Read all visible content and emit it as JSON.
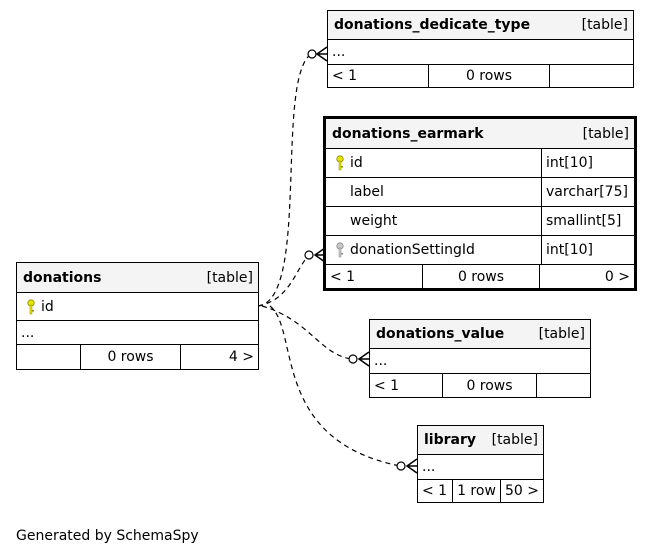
{
  "tables": {
    "dedicate_type": {
      "name": "donations_dedicate_type",
      "type": "[table]",
      "ellipsis": "...",
      "footer": [
        "< 1",
        "0 rows",
        ""
      ]
    },
    "earmark": {
      "name": "donations_earmark",
      "type": "[table]",
      "columns": [
        {
          "name": "id",
          "type": "int[10]",
          "key": "primary"
        },
        {
          "name": "label",
          "type": "varchar[75]",
          "key": "none"
        },
        {
          "name": "weight",
          "type": "smallint[5]",
          "key": "none"
        },
        {
          "name": "donationSettingId",
          "type": "int[10]",
          "key": "foreign"
        }
      ],
      "footer": [
        "< 1",
        "0 rows",
        "0 >"
      ]
    },
    "donations": {
      "name": "donations",
      "type": "[table]",
      "columns": [
        {
          "name": "id",
          "key": "primary"
        }
      ],
      "ellipsis": "...",
      "footer": [
        "",
        "0 rows",
        "4 >"
      ]
    },
    "value": {
      "name": "donations_value",
      "type": "[table]",
      "ellipsis": "...",
      "footer": [
        "< 1",
        "0 rows",
        ""
      ]
    },
    "library": {
      "name": "library",
      "type": "[table]",
      "ellipsis": "...",
      "footer": [
        "< 1",
        "1 row",
        "50 >"
      ]
    }
  },
  "colors": {
    "primary_key": "#e6e600",
    "foreign_key": "#b0b0b0",
    "header_bg": "#f4f4f4"
  },
  "footer_text": "Generated by SchemaSpy"
}
